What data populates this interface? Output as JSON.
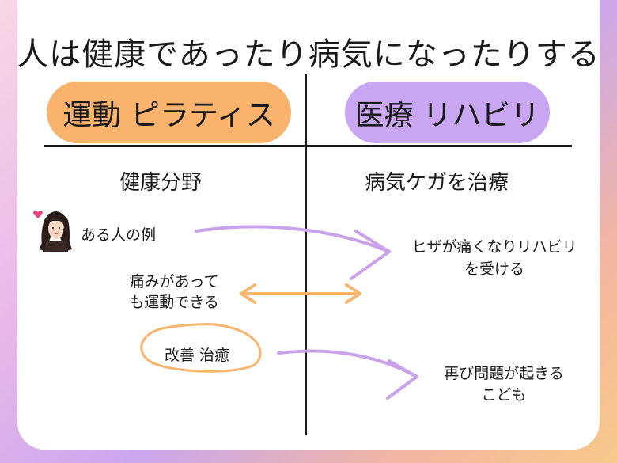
{
  "title": "人は健康であったり病気になったりする",
  "categories": {
    "left": "運動 ピラティス",
    "right": "医療 リハビリ"
  },
  "columns": {
    "left_heading": "健康分野",
    "right_heading": "病気ケガを治療"
  },
  "labels": {
    "person_example": "ある人の例",
    "pain_line1": "痛みがあって",
    "pain_line2": "も運動できる",
    "improve": "改善 治癒",
    "knee_line1": "ヒザが痛くなりリハビリ",
    "knee_line2": "を受ける",
    "again_line1": "再び問題が起きる",
    "again_line2": "こども"
  },
  "colors": {
    "orange": "#f9b36d",
    "purple": "#c9a6f2",
    "arrow_purple": "#c9a2ea",
    "arrow_orange": "#f7b56e",
    "heart": "#e8457a"
  },
  "icons": {
    "avatar": "woman-portrait-icon",
    "heart": "heart-icon"
  }
}
